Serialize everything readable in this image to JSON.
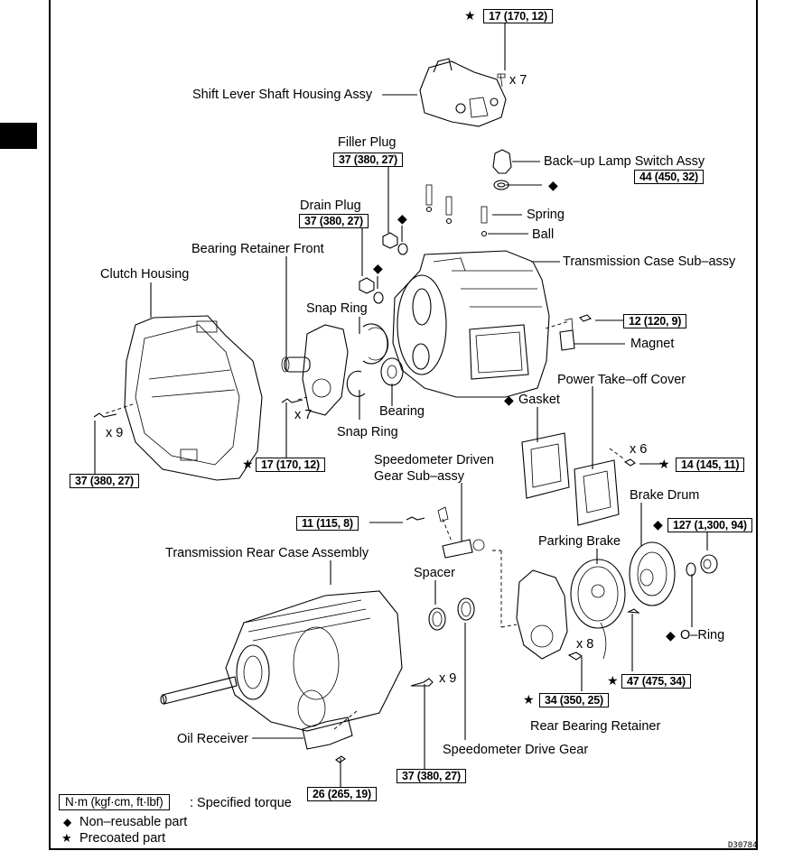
{
  "diagram_code": "D30784",
  "parts": {
    "shift_lever_shaft_housing": "Shift Lever Shaft Housing Assy",
    "filler_plug": "Filler Plug",
    "drain_plug": "Drain Plug",
    "back_up_lamp_switch": "Back–up Lamp Switch Assy",
    "spring": "Spring",
    "ball": "Ball",
    "bearing_retainer_front": "Bearing Retainer Front",
    "clutch_housing": "Clutch Housing",
    "transmission_case": "Transmission Case Sub–assy",
    "snap_ring_1": "Snap Ring",
    "snap_ring_2": "Snap Ring",
    "bearing": "Bearing",
    "magnet": "Magnet",
    "power_takeoff_cover": "Power Take–off Cover",
    "gasket": "Gasket",
    "speedo_driven_gear_1": "Speedometer Driven",
    "speedo_driven_gear_2": "Gear Sub–assy",
    "brake_drum": "Brake Drum",
    "parking_brake": "Parking Brake",
    "transmission_rear_case": "Transmission Rear Case Assembly",
    "spacer": "Spacer",
    "o_ring": "O–Ring",
    "rear_bearing_retainer": "Rear Bearing Retainer",
    "oil_receiver": "Oil Receiver",
    "speedo_drive_gear": "Speedometer Drive Gear"
  },
  "torques": {
    "shift_housing_bolt": "17 (170, 12)",
    "filler_plug": "37 (380, 27)",
    "drain_plug": "37 (380, 27)",
    "back_up_lamp_switch": "44 (450, 32)",
    "magnet_bolt": "12 (120, 9)",
    "clutch_housing_bolt": "37 (380, 27)",
    "bearing_retainer_bolt": "17 (170, 12)",
    "pto_cover_bolt": "14 (145, 11)",
    "speedo_driven_bolt": "11 (115, 8)",
    "brake_drum_nut": "127 (1,300, 94)",
    "parking_brake_bolt": "47 (475, 34)",
    "rear_retainer_bolt": "34 (350, 25)",
    "rear_case_bolt": "37 (380, 27)",
    "oil_receiver_bolt": "26 (265, 19)"
  },
  "quantities": {
    "shift_housing_bolts": "x 7",
    "clutch_housing_bolts": "x 9",
    "bearing_retainer_bolts": "x 7",
    "pto_cover_bolts": "x 6",
    "rear_retainer_bolts": "x 8",
    "rear_case_bolts": "x 9"
  },
  "symbols": {
    "precoated": "★",
    "non_reusable": "◆"
  },
  "legend": {
    "torque_unit": "N·m (kgf·cm, ft·lbf)",
    "torque_desc": ": Specified torque",
    "non_reusable": "Non–reusable part",
    "precoated": "Precoated part"
  }
}
